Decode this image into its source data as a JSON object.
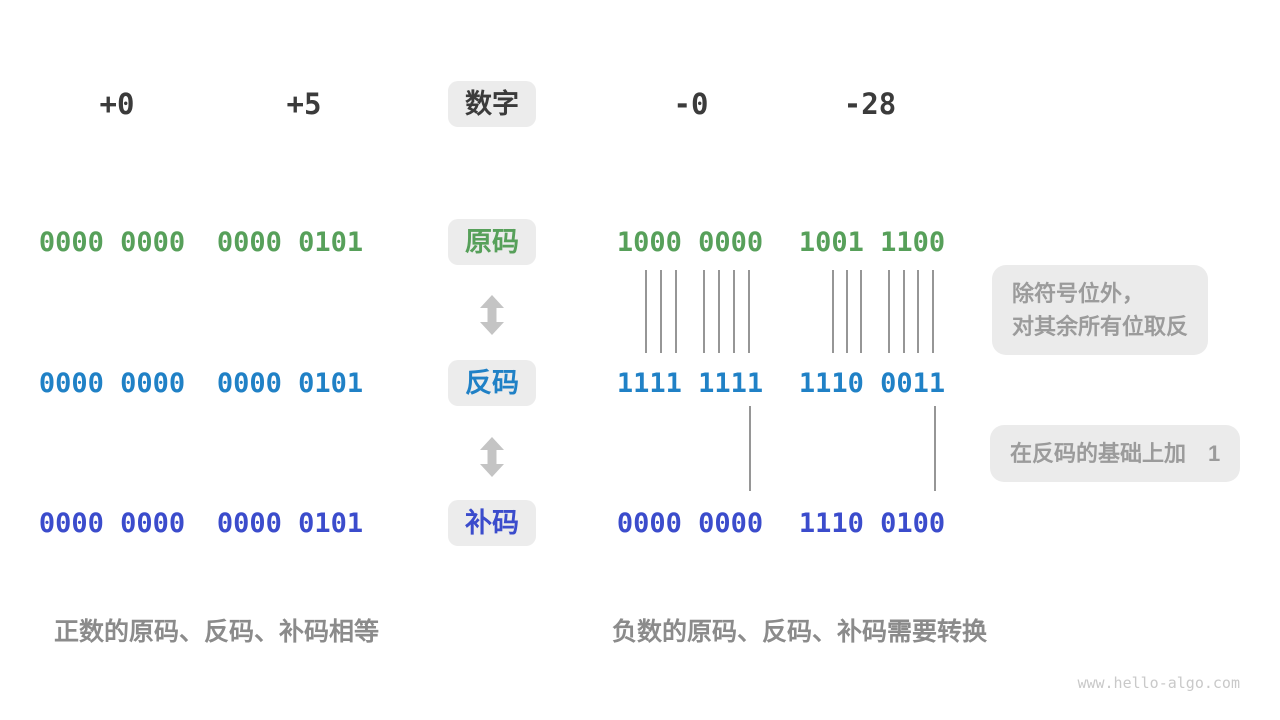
{
  "header": {
    "badge": "数字",
    "values": [
      "+0",
      "+5",
      "-0",
      "-28"
    ]
  },
  "rows": [
    {
      "name": "原码",
      "values": [
        "0000 0000",
        "0000 0101",
        "1000 0000",
        "1001 1100"
      ],
      "color": "#57a05a"
    },
    {
      "name": "反码",
      "values": [
        "0000 0000",
        "0000 0101",
        "1111 1111",
        "1110 0011"
      ],
      "color": "#2081c6"
    },
    {
      "name": "补码",
      "values": [
        "0000 0000",
        "0000 0101",
        "0000 0000",
        "1110 0100"
      ],
      "color": "#3b4ccc"
    }
  ],
  "callouts": [
    {
      "line1": "除符号位外，",
      "line2": "对其余所有位取反"
    },
    {
      "line1": "在反码的基础上加　1"
    }
  ],
  "captions": {
    "positive": "正数的原码、反码、补码相等",
    "negative": "负数的原码、反码、补码需要转换"
  },
  "watermark": "www.hello-algo.com",
  "colors": {
    "sign_magnitude": "#57a05a",
    "ones_complement": "#2081c6",
    "twos_complement": "#3b4ccc",
    "label_text": "#3b3b3b",
    "muted_text": "#8b8b8b",
    "badge_bg": "#ececec",
    "connector_gray": "#969696",
    "arrow_gray": "#c4c4c4"
  }
}
